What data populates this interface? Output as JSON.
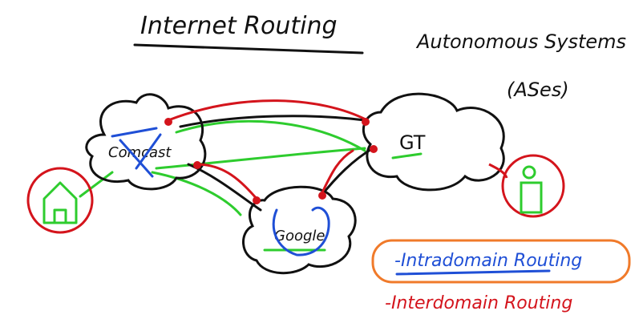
{
  "title": "Internet Routing",
  "heading": "Autonomous Systems",
  "heading_abbrev": "(ASes)",
  "nodes": {
    "comcast": "Comcast",
    "gt": "GT",
    "google": "Google"
  },
  "legend": {
    "intradomain": "-Intradomain Routing",
    "interdomain": "-Interdomain Routing"
  },
  "colors": {
    "ink": "#111111",
    "intradomain": "#1f4fd6",
    "interdomain": "#d4141c",
    "inter_as_path": "#2ecc2e",
    "legend_box": "#f07a2a"
  },
  "icons": {
    "house": "house-icon",
    "person": "person-icon"
  }
}
